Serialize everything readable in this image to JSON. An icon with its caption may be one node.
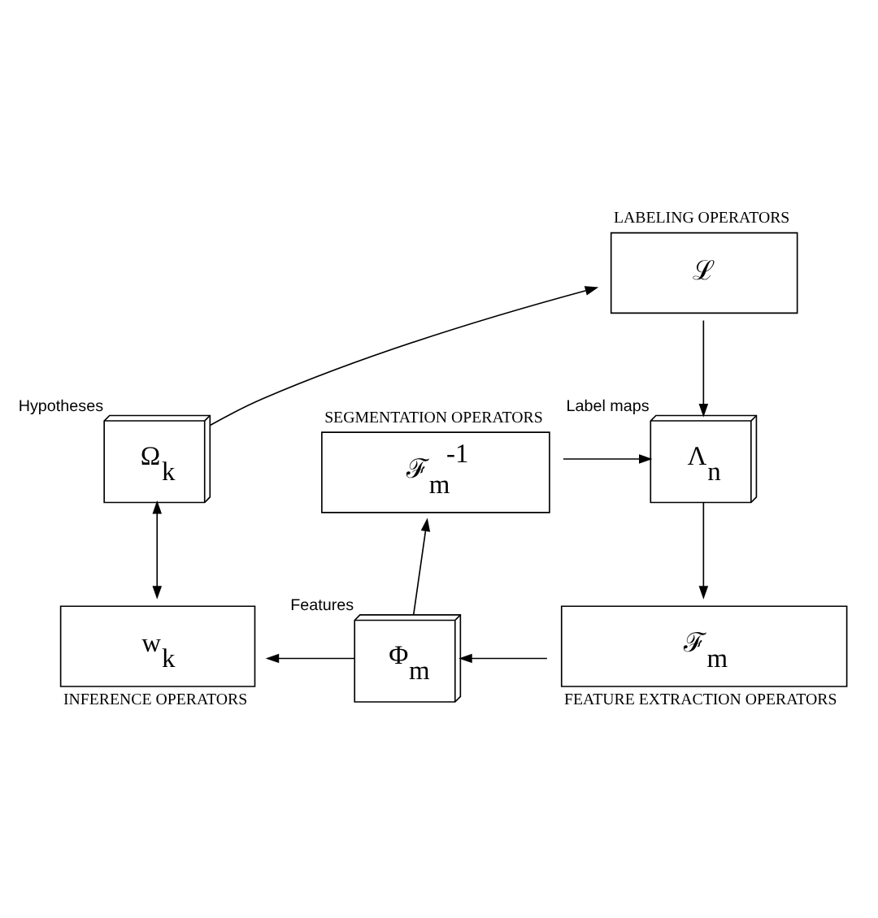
{
  "diagram": {
    "nodes": [
      {
        "text": [
          "LABELING OPERATORS",
          "ℒ"
        ]
      },
      {
        "text": [
          "SEGMENTATION OPERATORS",
          "ℱ$_{m}$$^{-1}$"
        ]
      },
      {
        "text": [
          "Ω$_{k}$"
        ],
        "beside": [
          "Hypotheses"
        ]
      },
      {
        "text": [
          "Λ$_{n}$"
        ],
        "beside": [
          "Label maps"
        ]
      },
      {
        "text": [
          "w$_{k}$",
          "INFERENCE OPERATORS"
        ]
      },
      {
        "text": [
          "Φ$_{m}$"
        ],
        "beside": [
          "Features"
        ]
      },
      {
        "text": [
          "ℱ$_{m}$",
          "FEATURE EXTRACTION OPERATORS"
        ]
      }
    ],
    "edges": [
      {
        "from": 2,
        "to": 0,
        "arrow": "to"
      },
      {
        "from": 0,
        "to": 3,
        "arrow": "to"
      },
      {
        "from": 1,
        "to": 3,
        "arrow": "to"
      },
      {
        "from": 3,
        "to": 6,
        "arrow": "to"
      },
      {
        "from": 6,
        "to": 5,
        "arrow": "to"
      },
      {
        "from": 5,
        "to": 1,
        "arrow": "to"
      },
      {
        "from": 5,
        "to": 4,
        "arrow": "to"
      },
      {
        "from": 2,
        "to": 4,
        "arrow": "both"
      }
    ]
  }
}
